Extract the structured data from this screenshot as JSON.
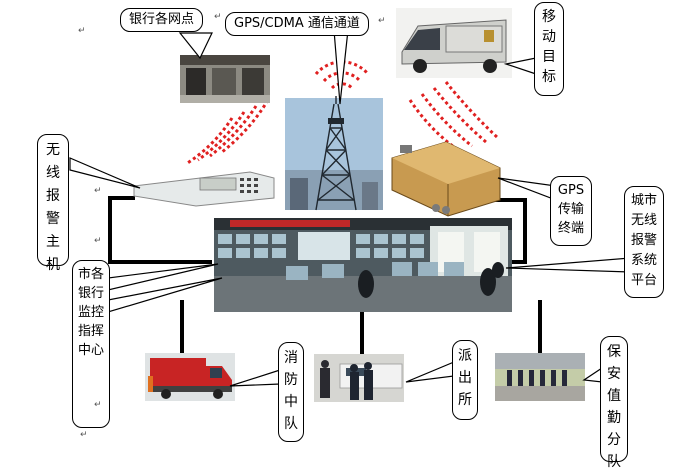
{
  "labels": {
    "bank_branches": "银行各网点",
    "gps_cdma_channel": "GPS/CDMA 通信通道",
    "mobile_target": "移动目标",
    "wireless_alarm_host": "无线报警主机",
    "gps_terminal": "GPS传输终端",
    "city_wireless_alarm_platform": "城市无线报警系统平台",
    "bank_monitor_center": "市各银行监控指挥中心",
    "fire_brigade": "消防中队",
    "police_station": "派出所",
    "security_duty_unit": "保安值勤分队"
  },
  "paragraph_mark": "↵",
  "colors": {
    "radio_wave": "#e02020",
    "connector": "#000000"
  }
}
